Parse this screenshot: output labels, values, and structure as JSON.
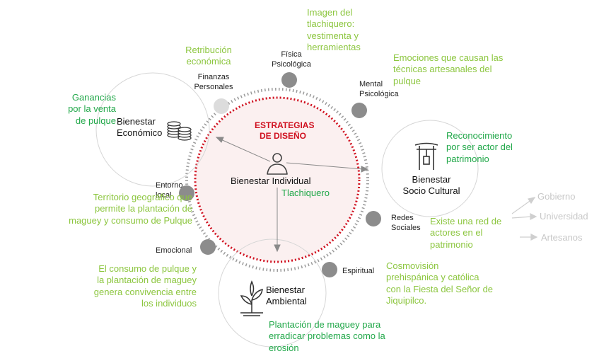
{
  "center": {
    "title": "ESTRATEGIAS\nDE DISEÑO",
    "label": "Bienestar Individual",
    "sublabel": "Tlachiquero"
  },
  "hubs": {
    "economico": "Bienestar\nEconómico",
    "sociocultural": "Bienestar\nSocio Cultural",
    "ambiental": "Bienestar\nAmbiental"
  },
  "nodes": {
    "fisica": "Física\nPsicológica",
    "mental": "Mental\nPsicológica",
    "finanzas": "Finanzas\nPersonales",
    "entorno": "Entorno\nlocal",
    "redes": "Redes\nSociales",
    "emocional": "Emocional",
    "espiritual": "Espiritual"
  },
  "notes": {
    "imagen": "Imagen del\ntlachiquero:\nvestimenta y\nherramientas",
    "retribucion": "Retribución\neconómica",
    "emociones": "Emociones que causan las\ntécnicas artesanales del\npulque",
    "ganancias": "Ganancias\npor la venta\nde pulque",
    "reconocimiento": "Reconocimiento\npor ser actor del\npatrimonio",
    "territorio": "Territorio geográfico que\npermite la plantación de\nmaguey y consumo de Pulque",
    "red": "Existe una red de\nactores en el\npatrimonio",
    "consumo": "El consumo de pulque y\nla plantación de maguey\ngenera convivencia entre\nlos individuos",
    "cosmovision": "Cosmovisión\nprehispánica y católica\ncon la Fiesta del Señor de\nJiquipilco.",
    "plantacion": "Plantación de maguey para\nerradicar problemas como la\nerosión"
  },
  "actors": [
    "Gobierno",
    "Universidad",
    "Artesanos"
  ],
  "colors": {
    "lime": "#8cc63f",
    "green": "#22a84a",
    "red": "#d0101f",
    "node": "#8c8c8c",
    "node_light": "#dcdcdc",
    "ring": "#9a9a9a",
    "center_fill": "#f7e4e4",
    "actors": "#c8c8c8"
  },
  "icons": [
    "person-icon",
    "coins-icon",
    "torii-gate-icon",
    "plant-icon"
  ]
}
